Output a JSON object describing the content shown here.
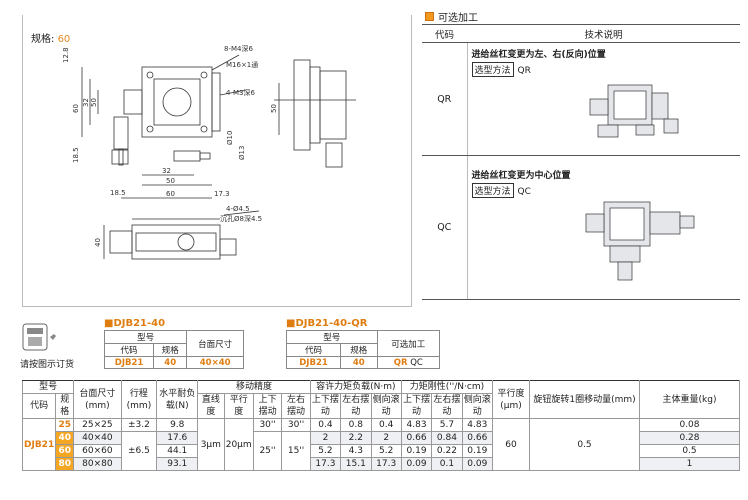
{
  "spec_label": {
    "prefix": "规格:",
    "value": "60"
  },
  "drawing_dims": [
    "12.8",
    "8-M4深6",
    "M16×1通",
    "4-M3深6",
    "60",
    "32",
    "50",
    "18.5",
    "18.5",
    "32",
    "50",
    "60",
    "17.3",
    "Ø10",
    "Ø13",
    "50",
    "4-Ø4.5",
    "沉孔Ø8深4.5",
    "40"
  ],
  "optional": {
    "heading": "可选加工",
    "col_code": "代码",
    "col_spec": "技术说明",
    "rows": [
      {
        "code": "QR",
        "desc": "进给丝杠变更为左、右(反向)位置",
        "select_label": "选型方法",
        "select_value": "QR"
      },
      {
        "code": "QC",
        "desc": "进给丝杠变更为中心位置",
        "select_label": "选型方法",
        "select_value": "QC"
      }
    ]
  },
  "order": {
    "text": "请按图示订货"
  },
  "block1": {
    "title": "DJB21-40",
    "h_type": "型号",
    "h_code": "代码",
    "h_spec": "规格",
    "h_table": "台面尺寸",
    "code": "DJB21",
    "spec": "40",
    "table": "40×40"
  },
  "block2": {
    "title": "DJB21-40-QR",
    "h_type": "型号",
    "h_code": "代码",
    "h_spec": "规格",
    "h_opt": "可选加工",
    "code": "DJB21",
    "spec": "40",
    "opt1": "QR",
    "opt2": "QC"
  },
  "main": {
    "h_type": "型号",
    "h_table": "台面尺寸(mm)",
    "h_stroke": "行程(mm)",
    "h_load": "水平耐负载(N)",
    "h_precision": "移动精度",
    "h_moment": "容许力矩负载(N·m)",
    "h_rigidity": "力矩刚性(''/N·cm)",
    "h_parallel": "平行度(μm)",
    "h_knob": "旋钮旋转1圈移动量(mm)",
    "h_weight": "主体重量(kg)",
    "h_code": "代码",
    "h_spec": "规格",
    "h_straight": "直线度",
    "h_par": "平行度",
    "h_pitch": "上下摆动",
    "h_yaw": "左右摆动",
    "h_roll": "侧向滚动",
    "code": "DJB21",
    "straight": "3μm",
    "parallel_val": "20μm",
    "parallelism": "60",
    "knob": "0.5",
    "rows": [
      {
        "spec": "25",
        "table": "25×25",
        "stroke": "±3.2",
        "load": "9.8",
        "pitch": "30''",
        "yaw": "30''",
        "m1": "0.4",
        "m2": "0.8",
        "m3": "0.4",
        "r1": "4.83",
        "r2": "5.7",
        "r3": "4.83",
        "weight": "0.08"
      },
      {
        "spec": "40",
        "table": "40×40",
        "stroke": "",
        "load": "17.6",
        "pitch": "",
        "yaw": "",
        "m1": "2",
        "m2": "2.2",
        "m3": "2",
        "r1": "0.66",
        "r2": "0.84",
        "r3": "0.66",
        "weight": "0.28"
      },
      {
        "spec": "60",
        "table": "60×60",
        "stroke": "±6.5",
        "load": "44.1",
        "pitch": "25''",
        "yaw": "15''",
        "m1": "5.2",
        "m2": "4.3",
        "m3": "5.2",
        "r1": "0.19",
        "r2": "0.22",
        "r3": "0.19",
        "weight": "0.5"
      },
      {
        "spec": "80",
        "table": "80×80",
        "stroke": "",
        "load": "93.1",
        "pitch": "",
        "yaw": "",
        "m1": "17.3",
        "m2": "15.1",
        "m3": "17.3",
        "r1": "0.09",
        "r2": "0.1",
        "r3": "0.09",
        "weight": "1"
      }
    ]
  }
}
